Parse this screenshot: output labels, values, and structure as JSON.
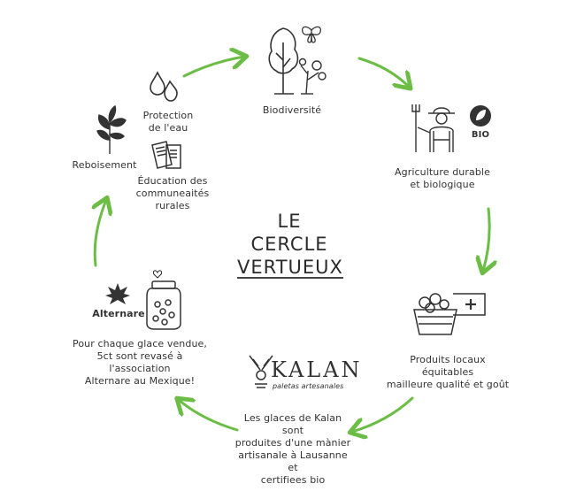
{
  "title": {
    "line1": "LE CERCLE",
    "line2": "VERTUEUX"
  },
  "nodes": {
    "biodiversite": "Biodiversité",
    "protection_l1": "Protection",
    "protection_l2": "de l'eau",
    "reboisement": "Reboisement",
    "education_l1": "Éducation des",
    "education_l2": "communeaités rurales",
    "agriculture_l1": "Agriculture durable",
    "agriculture_l2": "et biologique",
    "bio_badge": "BIO",
    "produits_l1": "Produits locaux équitables",
    "produits_l2": "mailleure qualité et goût",
    "kalan_logo": "KALAN",
    "kalan_sub": "paletas artesanales",
    "kalan_l1": "Les glaces de Kalan sont",
    "kalan_l2": "produites d'une mànier",
    "kalan_l3": "artisanale à Lausanne et",
    "kalan_l4": "certifiees bio",
    "alternare_logo": "Alternare",
    "glace_l1": "Pour chaque glace vendue,",
    "glace_l2": "5ct sont revasé à l'association",
    "glace_l3": "Alternare au Mexique!"
  },
  "colors": {
    "arrow": "#6cbd45",
    "ink": "#333333"
  },
  "icons": [
    "tree-icon",
    "butterfly-icon",
    "water-drop-icon",
    "sapling-icon",
    "books-icon",
    "farmer-icon",
    "bio-leaf-icon",
    "fruit-basket-icon",
    "kalan-logo-icon",
    "alternare-leaf-icon",
    "jar-icon"
  ]
}
